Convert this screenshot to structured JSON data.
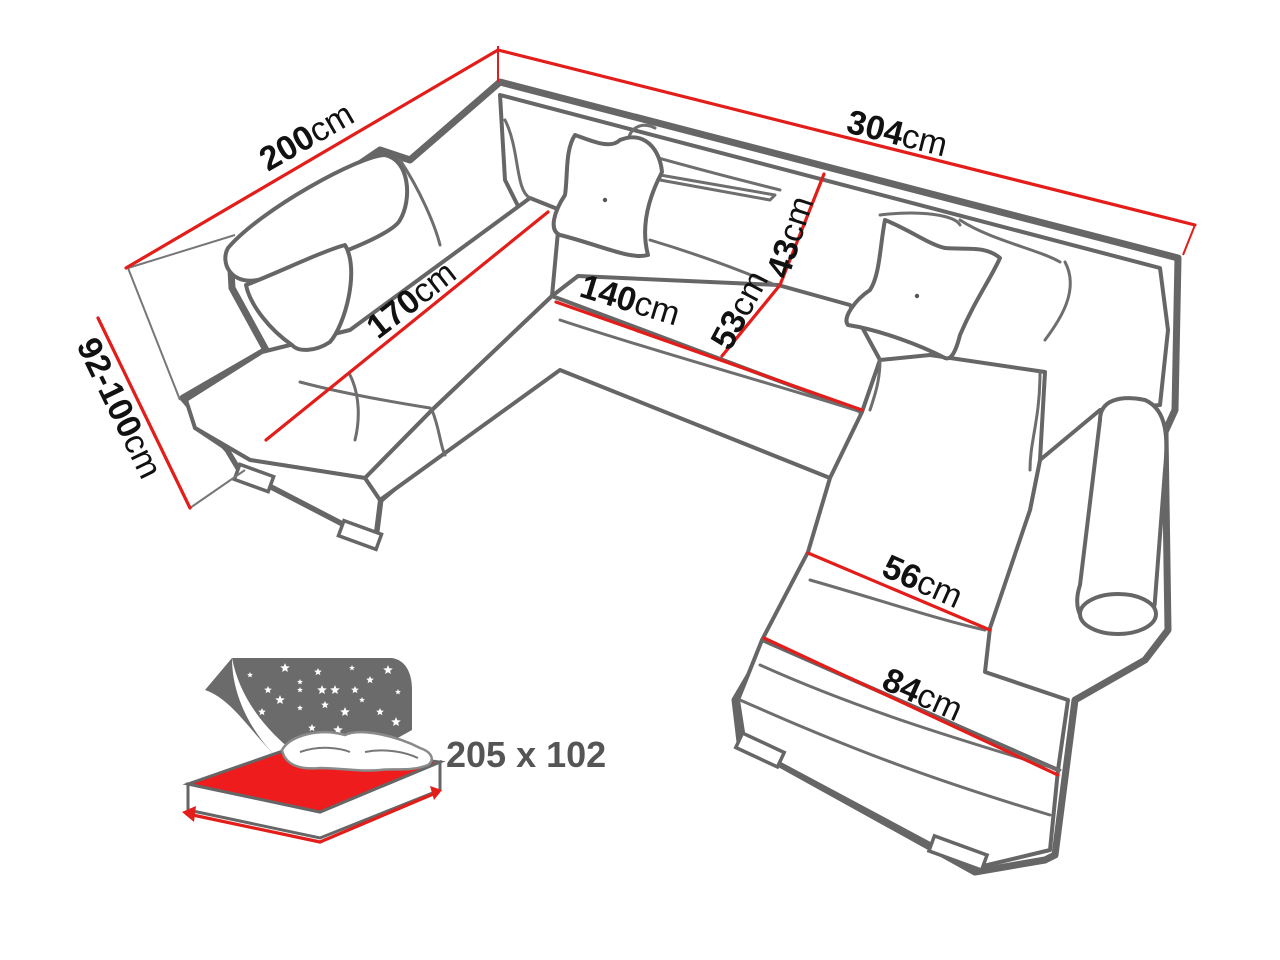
{
  "colors": {
    "dimension_line": "#e31d1a",
    "outline": "#666666",
    "text": "#111111",
    "bed_text": "#555555",
    "bed_mattress": "#ee1c1c",
    "bed_backdrop": "#6b6b6b"
  },
  "dimensions": {
    "left_width": {
      "value": "200",
      "unit": "cm"
    },
    "back_length": {
      "value": "304",
      "unit": "cm"
    },
    "height": {
      "value": "92-100",
      "unit": "cm"
    },
    "left_seat": {
      "value": "170",
      "unit": "cm"
    },
    "inner_front": {
      "value": "140",
      "unit": "cm"
    },
    "back_height": {
      "value": "43",
      "unit": "cm"
    },
    "seat_depth": {
      "value": "53",
      "unit": "cm"
    },
    "chaise_seat": {
      "value": "56",
      "unit": "cm"
    },
    "chaise_width": {
      "value": "84",
      "unit": "cm"
    }
  },
  "bed": {
    "size": "205 x 102",
    "icons": [
      "night-sky-icon",
      "moon-icon",
      "stars-icon",
      "pillow-icon",
      "mattress-icon",
      "double-arrow-icon"
    ]
  }
}
